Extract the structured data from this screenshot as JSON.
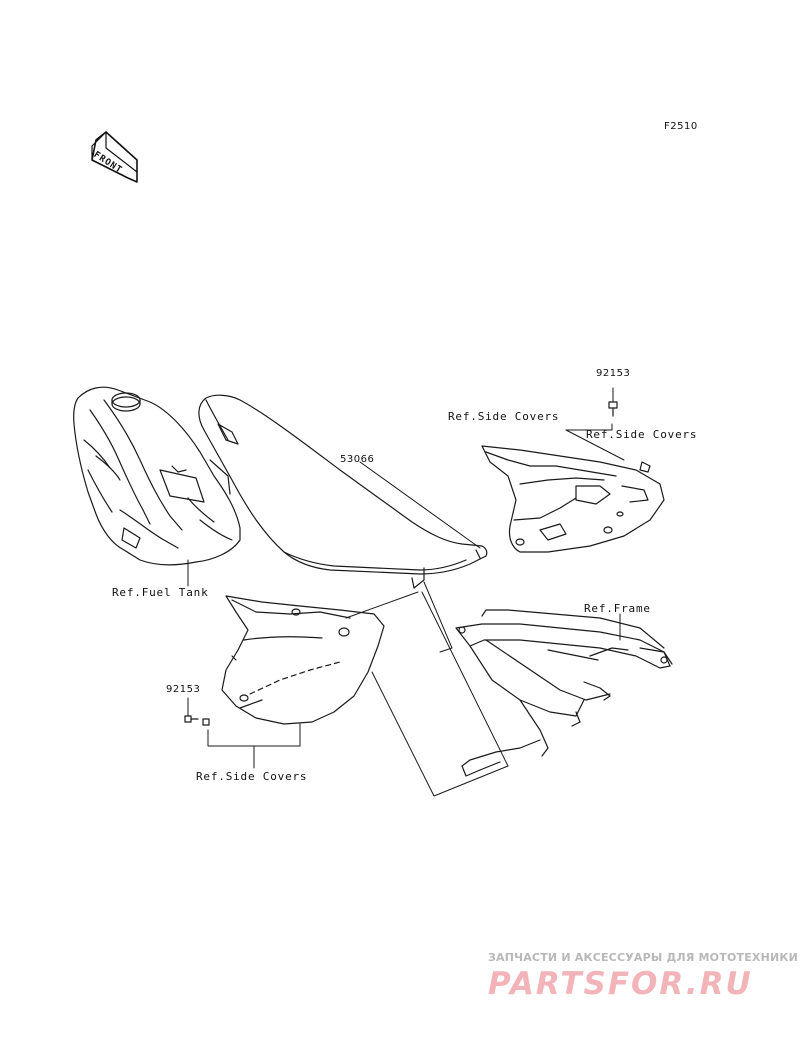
{
  "diagram": {
    "figure_code": "F2510",
    "front_marker": "FRONT",
    "labels": {
      "part_92153_top": "92153",
      "ref_side_covers_top_a": "Ref.Side Covers",
      "ref_side_covers_top_b": "Ref.Side Covers",
      "part_53066": "53066",
      "ref_fuel_tank": "Ref.Fuel Tank",
      "ref_frame": "Ref.Frame",
      "part_92153_bottom": "92153",
      "ref_side_covers_bottom": "Ref.Side Covers"
    }
  },
  "watermark": {
    "tagline": "ЗАПЧАСТИ И АКСЕССУАРЫ ДЛЯ МОТОТЕХНИКИ",
    "brand": "PARTSFOR.RU"
  }
}
